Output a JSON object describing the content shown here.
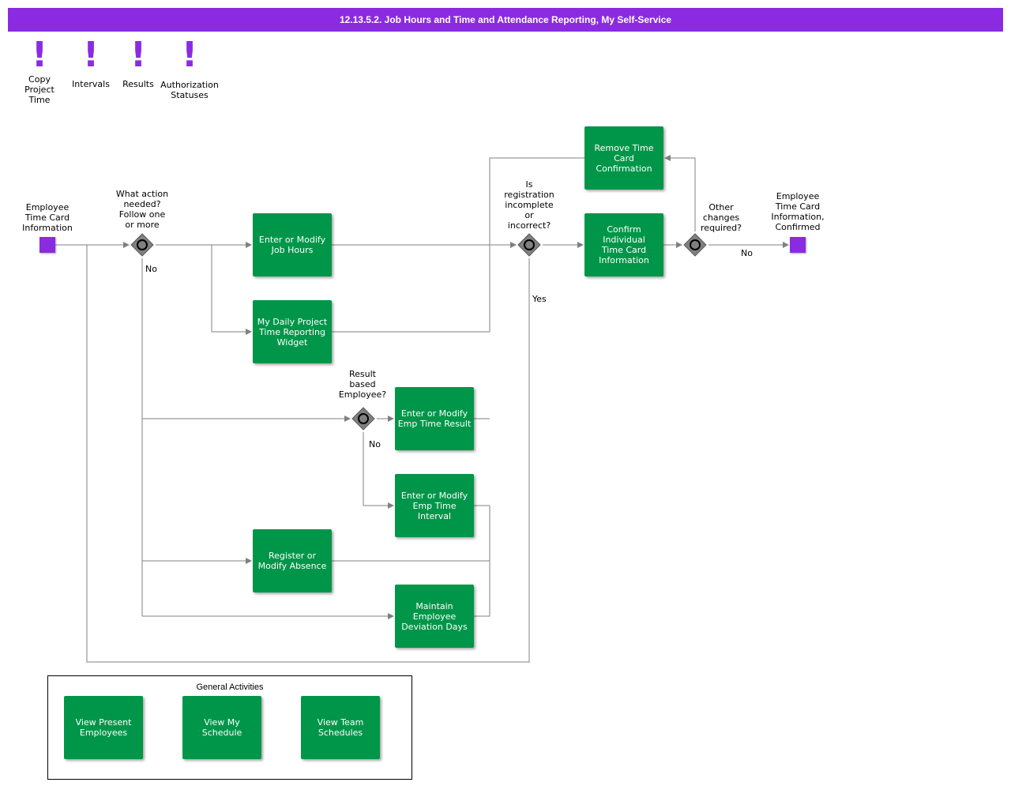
{
  "title": "12.13.5.2. Job Hours and Time and Attendance Reporting, My Self-Service",
  "colors": {
    "accent": "#8a2be2",
    "activity": "#009649",
    "gateway": "#808080",
    "line": "#808080"
  },
  "annotations": [
    {
      "icon": "exclamation-icon",
      "label": "Copy\nProject\nTime"
    },
    {
      "icon": "exclamation-icon",
      "label": "Intervals"
    },
    {
      "icon": "exclamation-icon",
      "label": "Results"
    },
    {
      "icon": "exclamation-icon",
      "label": "Authorization\nStatuses"
    }
  ],
  "events": {
    "start": "Employee\nTime Card\nInformation",
    "end": "Employee\nTime Card\nInformation,\nConfirmed"
  },
  "gateways": {
    "action": "What action\nneeded?\nFollow one\nor more",
    "result_based": "Result\nbased\nEmployee?",
    "registration": "Is\nregistration\nincomplete\nor\nincorrect?",
    "other_changes": "Other\nchanges\nrequired?"
  },
  "flow_labels": {
    "action_no": "No",
    "result_no": "No",
    "registration_yes": "Yes",
    "other_no": "No"
  },
  "activities": {
    "enter_job_hours": "Enter or Modify\nJob Hours",
    "daily_widget": "My Daily Project\nTime Reporting\nWidget",
    "emp_time_result": "Enter or Modify\nEmp Time Result",
    "emp_time_interval": "Enter or Modify\nEmp Time\nInterval",
    "absence": "Register or\nModify Absence",
    "deviation_days": "Maintain\nEmployee\nDeviation Days",
    "confirm_time_card": "Confirm\nIndividual\nTime Card\nInformation",
    "remove_confirmation": "Remove Time\nCard\nConfirmation"
  },
  "general_activities": {
    "title": "General Activities",
    "items": [
      "View Present\nEmployees",
      "View My\nSchedule",
      "View Team\nSchedules"
    ]
  }
}
